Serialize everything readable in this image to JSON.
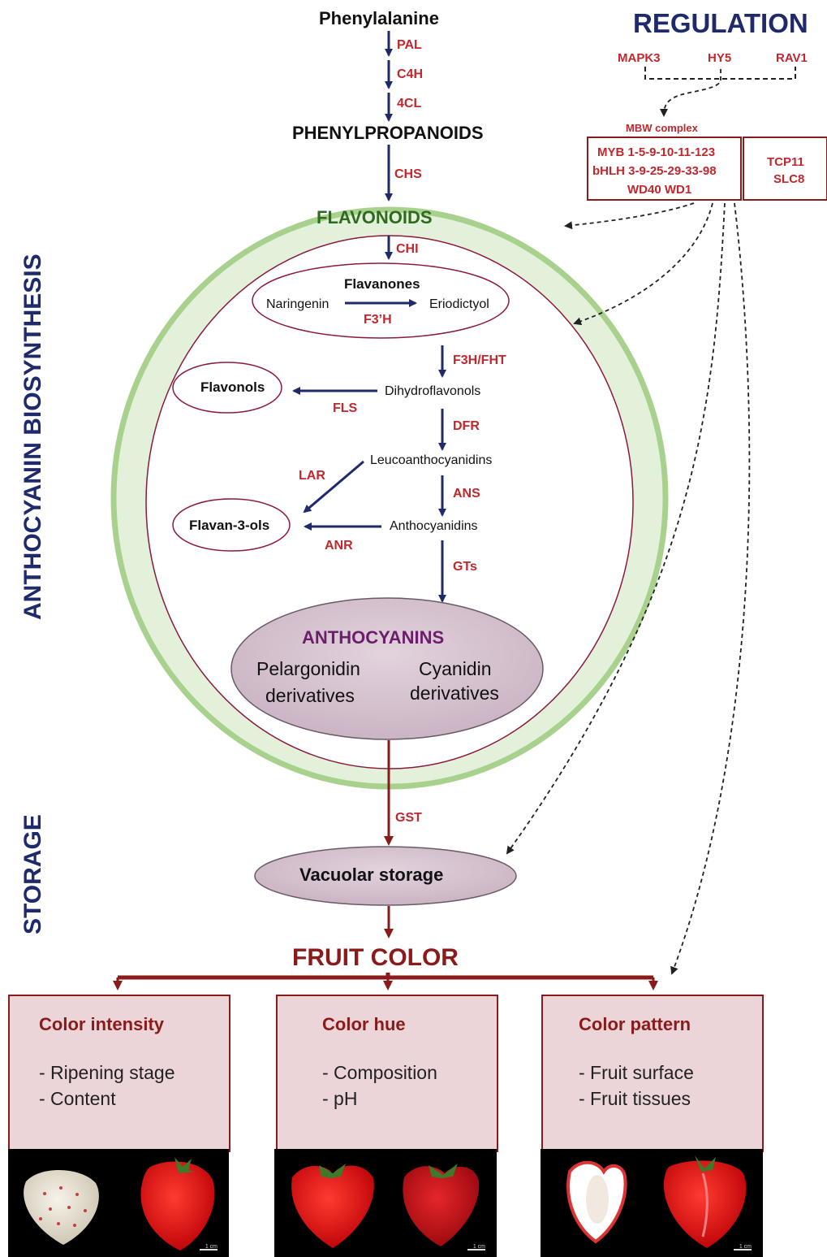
{
  "regulation": {
    "title": "REGULATION",
    "factors": [
      "MAPK3",
      "HY5",
      "RAV1"
    ],
    "mbw_label": "MBW complex",
    "mbw_lines": [
      "MYB 1-5-9-10-11-123",
      "bHLH 3-9-25-29-33-98",
      "WD40 WD1"
    ],
    "other_lines": [
      "TCP11",
      "SLC8"
    ]
  },
  "pathway": {
    "start": "Phenylalanine",
    "enzymes_top": [
      "PAL",
      "C4H",
      "4CL"
    ],
    "phenylpropanoids": "PHENYLPROPANOIDS",
    "chs": "CHS",
    "flavonoids": "FLAVONOIDS",
    "chi": "CHI",
    "flavanones": "Flavanones",
    "naringenin": "Naringenin",
    "eriodictyol": "Eriodictyol",
    "f3prime_h": "F3’H",
    "f3h": "F3H/FHT",
    "dihydroflavonols": "Dihydroflavonols",
    "fls": "FLS",
    "flavonols": "Flavonols",
    "dfr": "DFR",
    "leucoanthocyanidins": "Leucoanthocyanidins",
    "lar": "LAR",
    "ans": "ANS",
    "anthocyanidins": "Anthocyanidins",
    "flavan3ols": "Flavan-3-ols",
    "anr": "ANR",
    "gts": "GTs",
    "anthocyanins": "ANTHOCYANINS",
    "pelargonidin": [
      "Pelargonidin",
      "derivatives"
    ],
    "cyanidin": [
      "Cyanidin",
      "derivatives"
    ],
    "gst": "GST",
    "vacuolar": "Vacuolar storage",
    "fruit_color": "FRUIT COLOR"
  },
  "side_labels": {
    "biosynthesis": "ANTHOCYANIN BIOSYNTHESIS",
    "storage": "STORAGE"
  },
  "boxes": [
    {
      "title": "Color intensity",
      "items": [
        "- Ripening stage",
        "- Content"
      ]
    },
    {
      "title": "Color hue",
      "items": [
        "- Composition",
        "- pH"
      ]
    },
    {
      "title": "Color pattern",
      "items": [
        "- Fruit surface",
        "- Fruit tissues"
      ]
    }
  ],
  "photo_scale_label": "1 cm",
  "colors": {
    "enzyme_red": "#c1272d",
    "arrow_navy": "#1f2a6b",
    "dark_red": "#8b1a1a",
    "flavonoid_green": "#2e6b1f",
    "anthocyanin_purple": "#6b1f6b",
    "green_ring": "#a9d18e",
    "green_fill": "#e3f0da",
    "mauve_fill": "#d7c4d1",
    "box_fill": "#ebd5d8"
  }
}
